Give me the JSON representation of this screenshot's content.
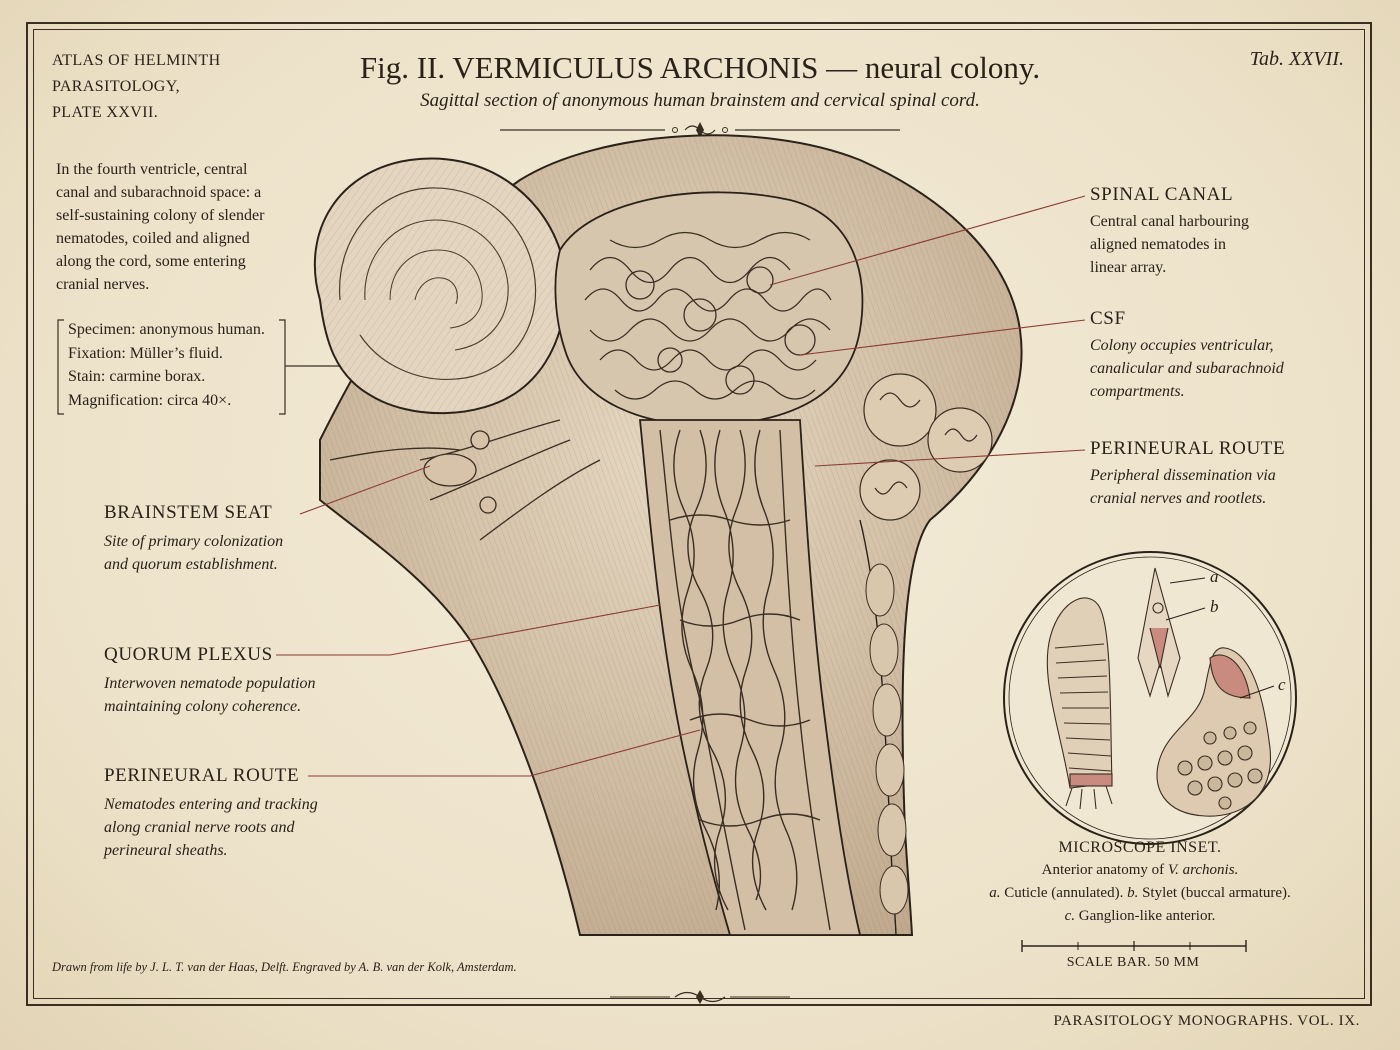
{
  "header": {
    "atlas_line1": "ATLAS OF HELMINTH PARASITOLOGY,",
    "atlas_line2": "PLATE XXVII.",
    "title_prefix": "Fig. II. ",
    "title_main": "VERMICULUS ARCHONIS",
    "title_suffix": " — neural colony.",
    "subtitle": "Sagittal section of anonymous human brainstem and cervical spinal cord.",
    "tab": "Tab. XXVII."
  },
  "intro": {
    "lines": [
      "In the fourth ventricle, central",
      "canal and subarachnoid space: a",
      "self-sustaining colony of slender",
      "nematodes, coiled and aligned",
      "along the cord, some entering",
      "cranial nerves."
    ]
  },
  "specimen": {
    "lines": [
      "Specimen: anonymous human.",
      "Fixation: Müller’s fluid.",
      "Stain: carmine borax.",
      "Magnification: circa 40×."
    ]
  },
  "labels_left": [
    {
      "title": "BRAINSTEM SEAT",
      "desc1": "Site of primary colonization",
      "desc2": "and quorum establishment.",
      "desc3": ""
    },
    {
      "title": "QUORUM PLEXUS",
      "desc1": "Interwoven nematode population",
      "desc2": "maintaining colony coherence.",
      "desc3": ""
    },
    {
      "title": "PERINEURAL ROUTE",
      "desc1": "Nematodes entering and tracking",
      "desc2": "along cranial nerve roots and",
      "desc3": "perineural sheaths."
    }
  ],
  "labels_right": [
    {
      "title": "SPINAL CANAL",
      "desc1": "Central canal harbouring",
      "desc2": "aligned nematodes in",
      "desc3": "linear array."
    },
    {
      "title": "CSF",
      "desc1": "Colony occupies ventricular,",
      "desc2": "canalicular and subarachnoid",
      "desc3": "compartments."
    },
    {
      "title": "PERINEURAL ROUTE",
      "desc1": "Peripheral dissemination via",
      "desc2": "cranial nerves and rootlets.",
      "desc3": ""
    }
  ],
  "inset": {
    "letter_a": "a",
    "letter_b": "b",
    "letter_c": "c",
    "title": "MICROSCOPE INSET.",
    "line1_prefix": "Anterior anatomy of ",
    "line1_species": "V. archonis.",
    "line2_a": "a.",
    "line2_a_text": " Cuticle (annulated).   ",
    "line2_b": "b.",
    "line2_b_text": " Stylet (buccal armature).",
    "line3_c": "c.",
    "line3_c_text": " Ganglion-like anterior."
  },
  "footer": {
    "credit": "Drawn from life by J. L. T. van der Haas, Delft.   Engraved by A. B. van der Kolk, Amsterdam.",
    "scale_label": "SCALE BAR. 50 µm",
    "monograph": "PARASITOLOGY MONOGRAPHS.  VOL. IX."
  },
  "colors": {
    "paper": "#efe5cf",
    "ink": "#2a2118",
    "leader_red": "#8a3b34",
    "tissue_tint": "#d9c4b8"
  }
}
